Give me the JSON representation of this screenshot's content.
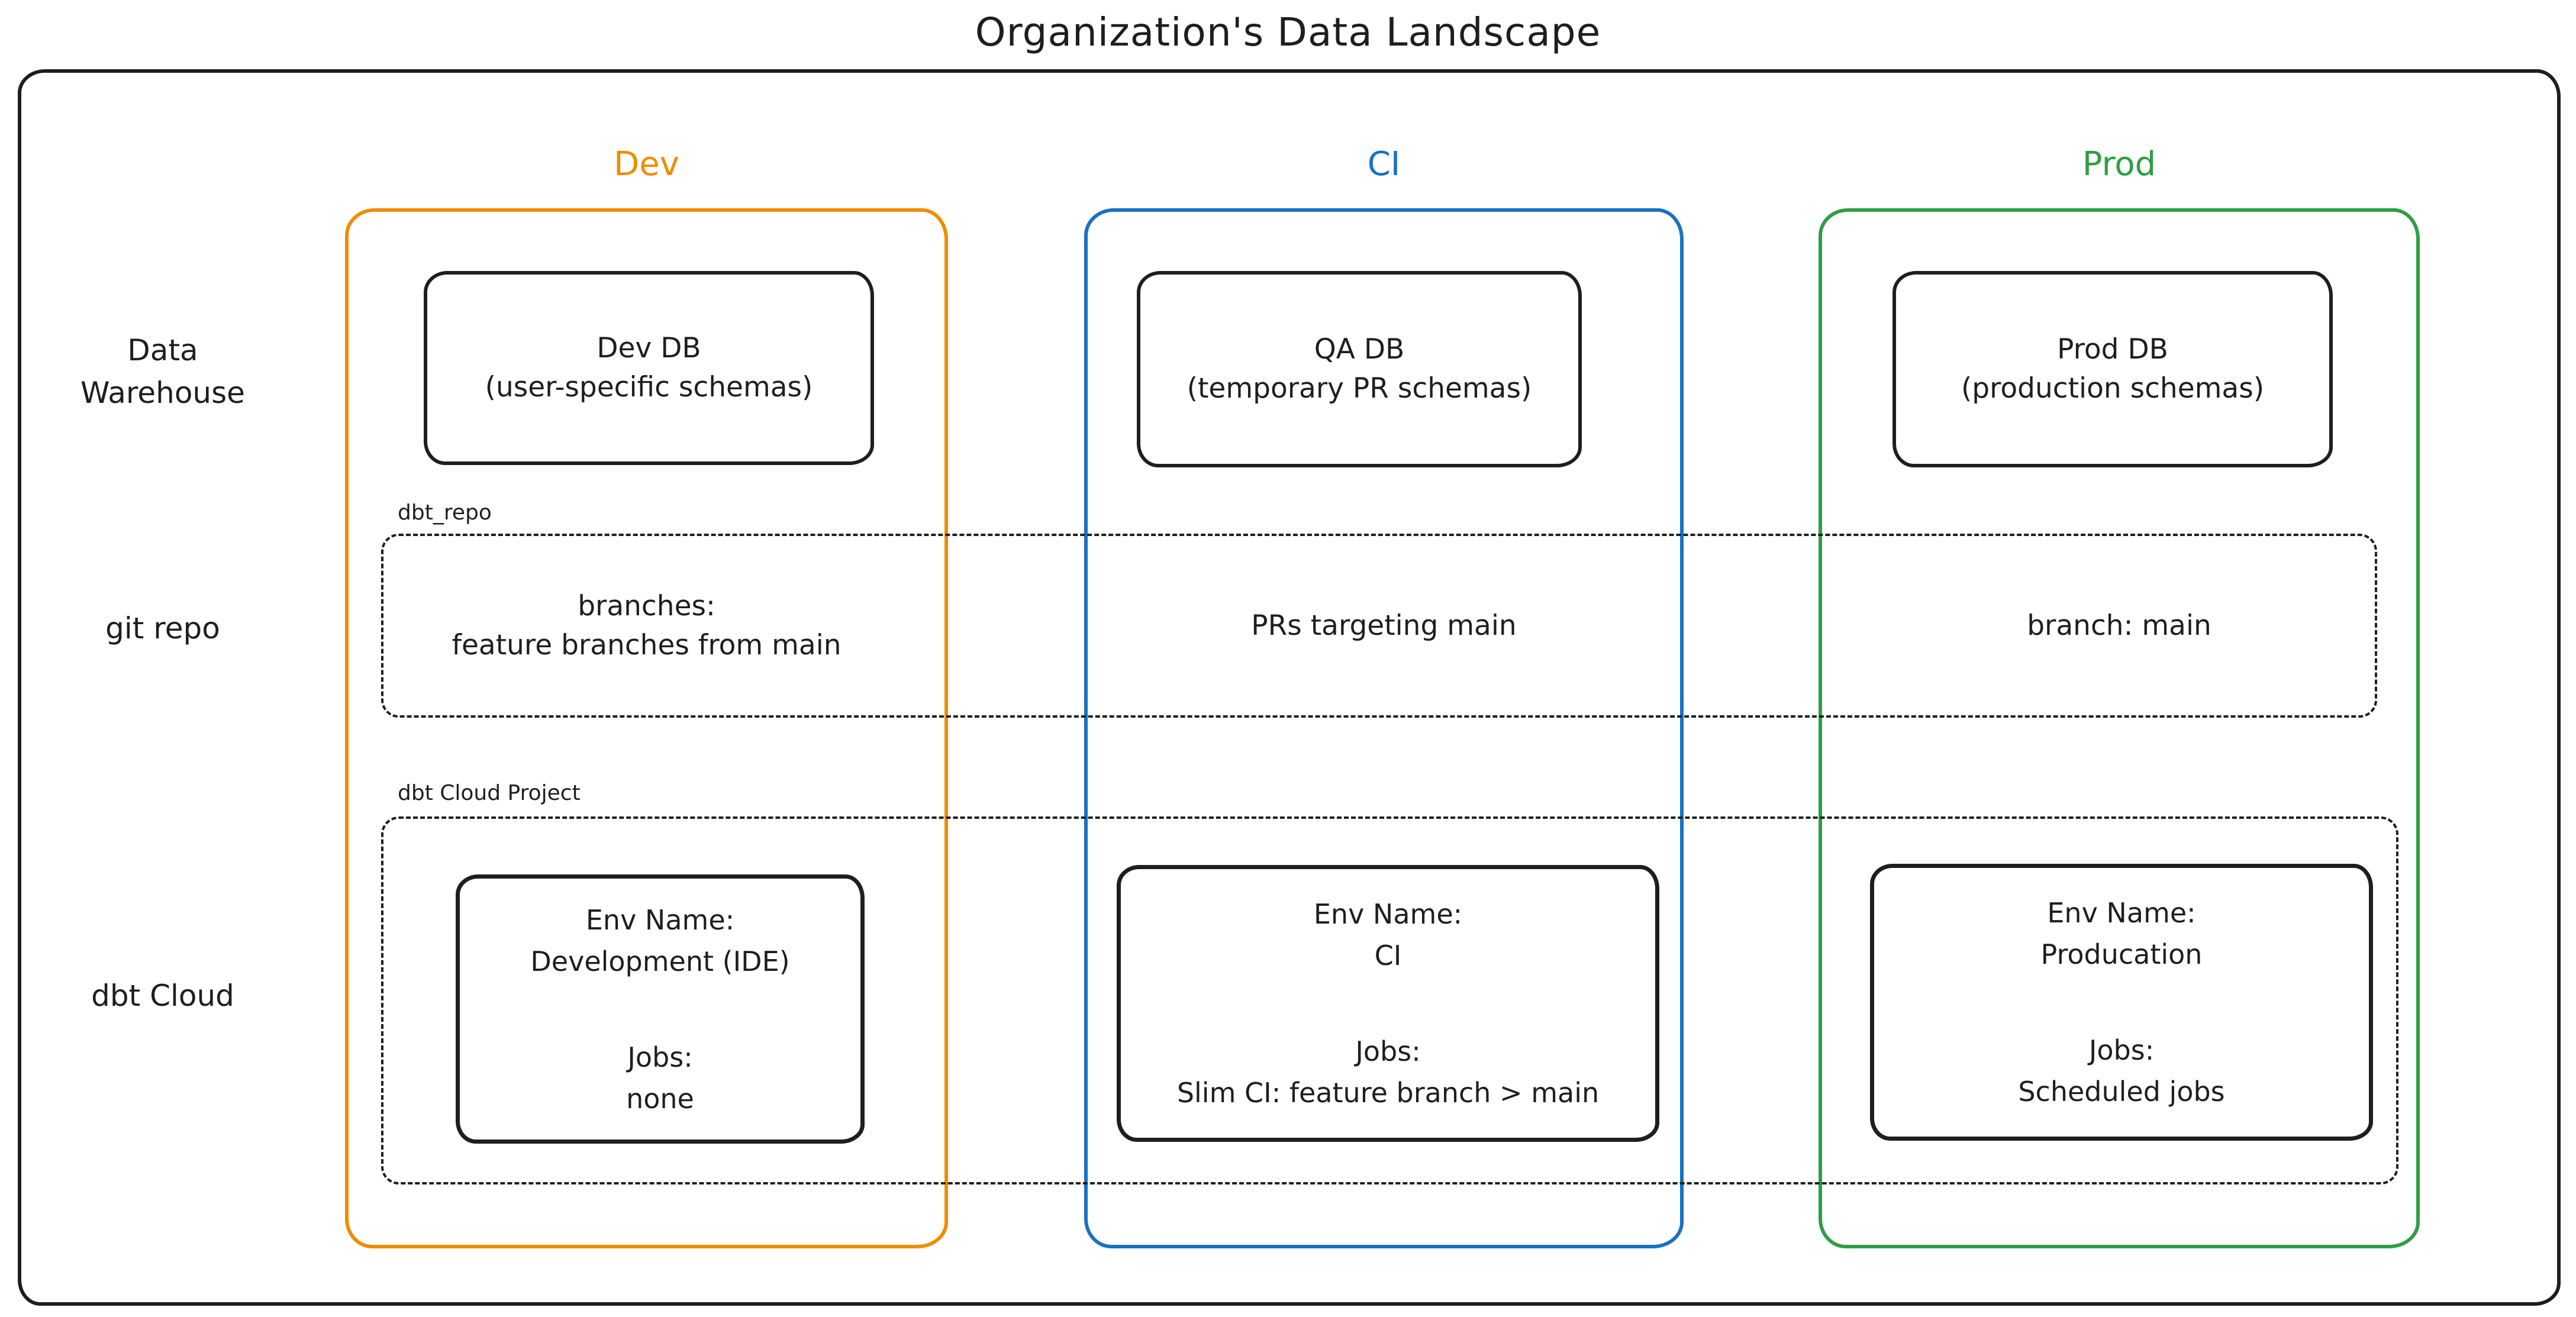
{
  "title": "Organization's Data Landscape",
  "colors": {
    "ink": "#1e1e1e",
    "background": "#ffffff",
    "dev_accent": "#f08c00",
    "ci_accent": "#1971c2",
    "prod_accent": "#2f9e44"
  },
  "rows": {
    "warehouse_line1": "Data",
    "warehouse_line2": "Warehouse",
    "git": "git repo",
    "dbt": "dbt Cloud"
  },
  "groups": {
    "git_label": "dbt_repo",
    "dbt_label": "dbt Cloud Project"
  },
  "columns": [
    {
      "header": "Dev",
      "color": "#f08c00",
      "db_line1": "Dev DB",
      "db_line2": "(user-specific schemas)",
      "git_line1": "branches:",
      "git_line2": "feature branches from main",
      "env_name_label": "Env Name:",
      "env_name": "Development (IDE)",
      "jobs_label": "Jobs:",
      "jobs": "none"
    },
    {
      "header": "CI",
      "color": "#1971c2",
      "db_line1": "QA DB",
      "db_line2": "(temporary PR schemas)",
      "git_line1": "PRs targeting main",
      "git_line2": "",
      "env_name_label": "Env Name:",
      "env_name": "CI",
      "jobs_label": "Jobs:",
      "jobs": "Slim CI: feature branch > main"
    },
    {
      "header": "Prod",
      "color": "#2f9e44",
      "db_line1": "Prod DB",
      "db_line2": "(production schemas)",
      "git_line1": "branch: main",
      "git_line2": "",
      "env_name_label": "Env Name:",
      "env_name": "Producation",
      "jobs_label": "Jobs:",
      "jobs": "Scheduled jobs"
    }
  ]
}
